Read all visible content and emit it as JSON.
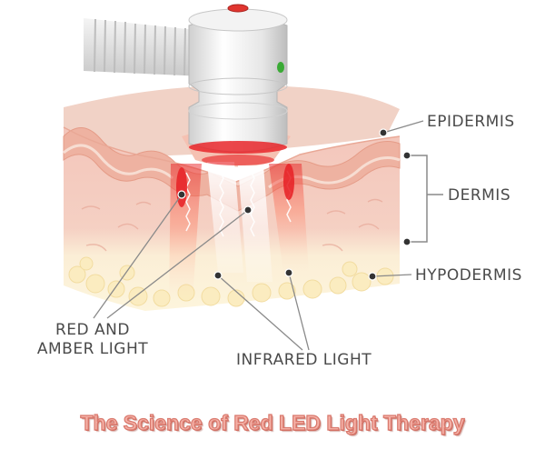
{
  "labels": {
    "epidermis": "EPIDERMIS",
    "dermis": "DERMIS",
    "hypodermis": "HYPODERMIS",
    "red_amber_line1": "RED AND",
    "red_amber_line2": "AMBER LIGHT",
    "infrared": "INFRARED LIGHT"
  },
  "title": "The Science of Red LED Light Therapy",
  "colors": {
    "label_text": "#4a4a4a",
    "title_fill": "#f4b0a6",
    "title_outline": "#d9786c",
    "epidermis": "#f0c4b8",
    "dermis": "#f4c9bc",
    "hypodermis": "#fbf1c8",
    "light_red": "#e8262a",
    "device": "#e9e9e9",
    "device_button": "#e0352f",
    "device_indicator": "#3aaa35"
  },
  "icons": {
    "device": "led-handpiece-icon",
    "hose": "corrugated-hose-icon"
  }
}
